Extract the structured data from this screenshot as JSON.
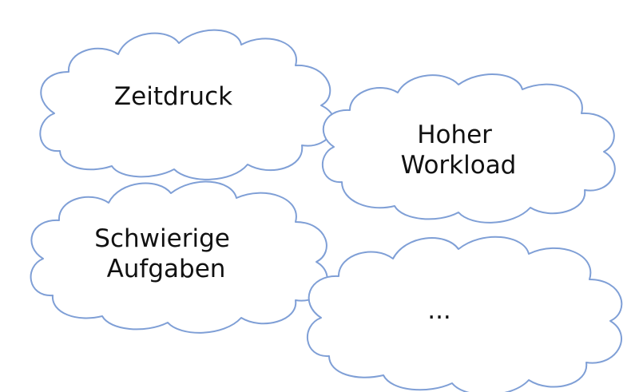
{
  "colors": {
    "cloud_stroke": "#7f9fd6",
    "cloud_fill": "#ffffff",
    "text": "#111111",
    "background": "#ffffff"
  },
  "clouds": [
    {
      "lines": [
        "Zeitdruck"
      ]
    },
    {
      "lines": [
        "Hoher",
        "Workload"
      ]
    },
    {
      "lines": [
        "Schwierige",
        "Aufgaben"
      ]
    },
    {
      "lines": [
        "..."
      ]
    }
  ]
}
